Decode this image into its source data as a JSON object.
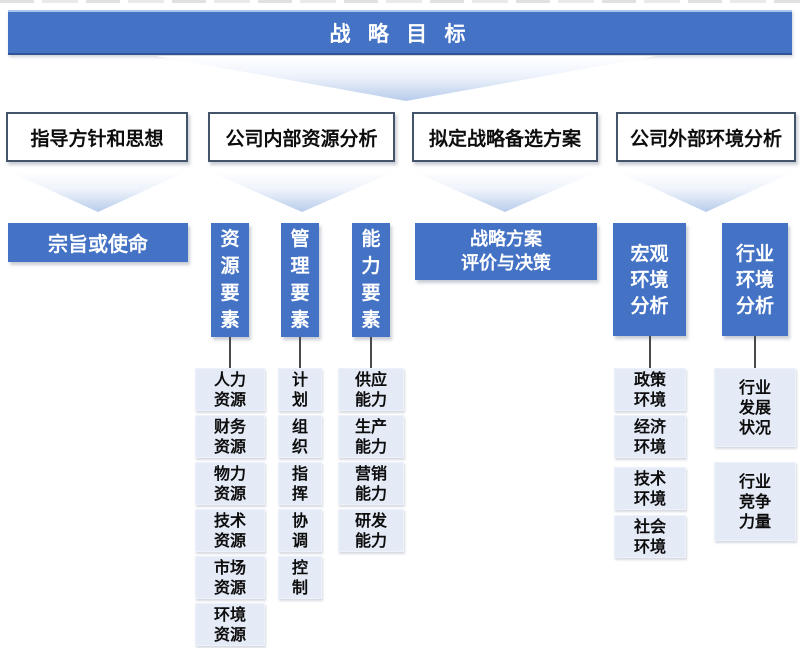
{
  "title": {
    "label": "战 略 目 标"
  },
  "level2_boxes": [
    {
      "label": "指导方针和思想"
    },
    {
      "label": "公司内部资源分析"
    },
    {
      "label": "拟定战略备选方案"
    },
    {
      "label": "公司外部环境分析"
    }
  ],
  "mission_box": {
    "label": "宗旨或使命"
  },
  "evaluation_box": {
    "lines": [
      "战略方案",
      "评价与决策"
    ]
  },
  "columns": [
    {
      "id": "resource-elements",
      "header_chars": [
        "资",
        "源",
        "要",
        "素"
      ],
      "items": [
        [
          "人力",
          "资源"
        ],
        [
          "财务",
          "资源"
        ],
        [
          "物力",
          "资源"
        ],
        [
          "技术",
          "资源"
        ],
        [
          "市场",
          "资源"
        ],
        [
          "环境",
          "资源"
        ]
      ]
    },
    {
      "id": "management-elements",
      "header_chars": [
        "管",
        "理",
        "要",
        "素"
      ],
      "items": [
        [
          "计",
          "划"
        ],
        [
          "组",
          "织"
        ],
        [
          "指",
          "挥"
        ],
        [
          "协",
          "调"
        ],
        [
          "控",
          "制"
        ]
      ]
    },
    {
      "id": "capability-elements",
      "header_chars": [
        "能",
        "力",
        "要",
        "素"
      ],
      "items": [
        [
          "供应",
          "能力"
        ],
        [
          "生产",
          "能力"
        ],
        [
          "营销",
          "能力"
        ],
        [
          "研发",
          "能力"
        ]
      ]
    },
    {
      "id": "macro-environment",
      "header_lines": [
        "宏观",
        "环境",
        "分析"
      ],
      "items": [
        [
          "政策",
          "环境"
        ],
        [
          "经济",
          "环境"
        ],
        [
          "技术",
          "环境"
        ],
        [
          "社会",
          "环境"
        ]
      ]
    },
    {
      "id": "industry-environment",
      "header_lines": [
        "行业",
        "环境",
        "分析"
      ],
      "items": [
        [
          "行业",
          "发展",
          "状况"
        ],
        [
          "行业",
          "竞争",
          "力量"
        ]
      ]
    }
  ],
  "colors": {
    "primary_blue": "#4472C4",
    "item_background": "#E4EAF6",
    "box_border": "#44546A",
    "connector_gray": "#4a4a4a"
  }
}
